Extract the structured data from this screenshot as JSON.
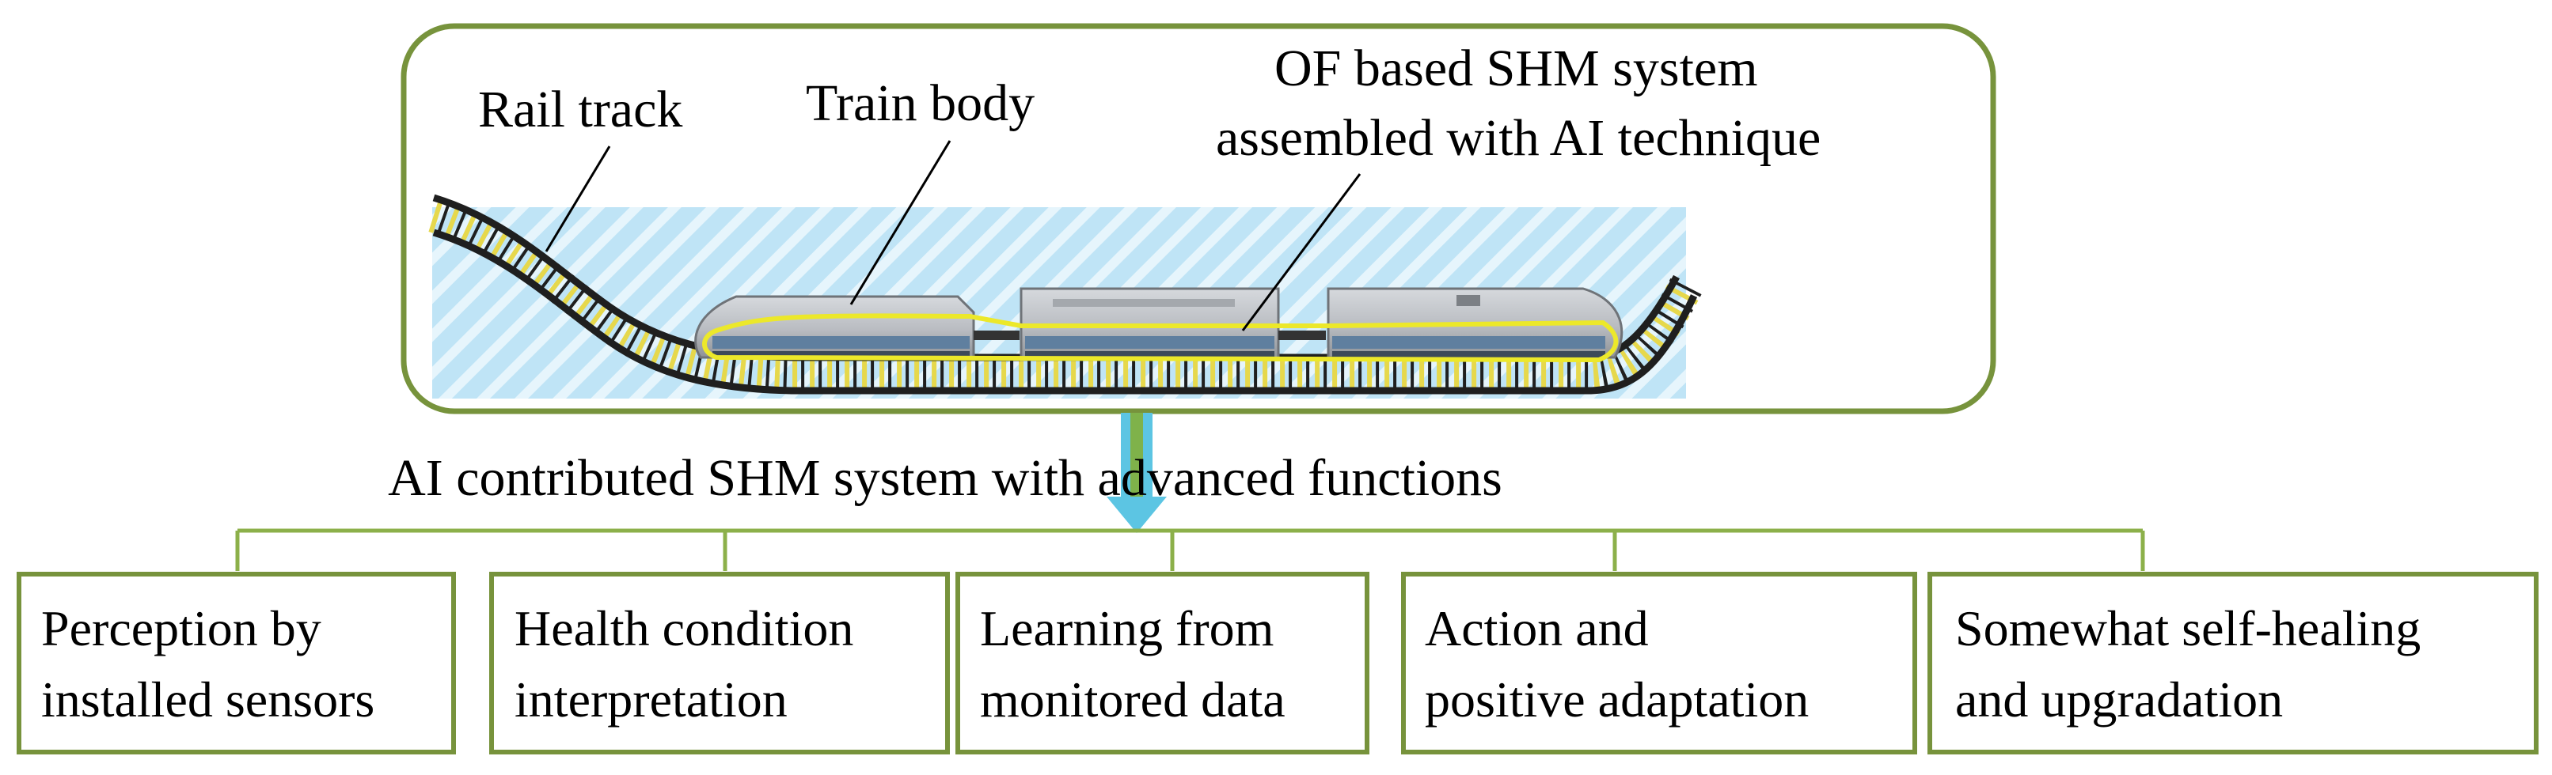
{
  "colors": {
    "frame": "#77933c",
    "connector": "#8cb04a",
    "sky": "#bfe4f6",
    "sky_stripe": "#e6f5fc",
    "rail": "#1f1f1f",
    "sleeper": "#e6d84c",
    "fiber": "#ece82a",
    "train_body": "#b9bcc1",
    "train_shade": "#8e9297",
    "train_window": "#5f7f9f",
    "arrow_fill": "#5cc5e3",
    "arrow_shaft": "#7fb24a"
  },
  "labels": {
    "rail_track": "Rail track",
    "train_body": "Train body",
    "of_system_line1": "OF based SHM system",
    "of_system_line2": "assembled with AI technique"
  },
  "headline": "AI contributed SHM system with advanced functions",
  "functions": [
    {
      "line1": "Perception by",
      "line2": "installed sensors"
    },
    {
      "line1": "Health condition",
      "line2": "interpretation"
    },
    {
      "line1": "Learning from",
      "line2": "monitored data"
    },
    {
      "line1": "Action and",
      "line2": "positive adaptation"
    },
    {
      "line1": "Somewhat self-healing",
      "line2": "and upgradation"
    }
  ]
}
